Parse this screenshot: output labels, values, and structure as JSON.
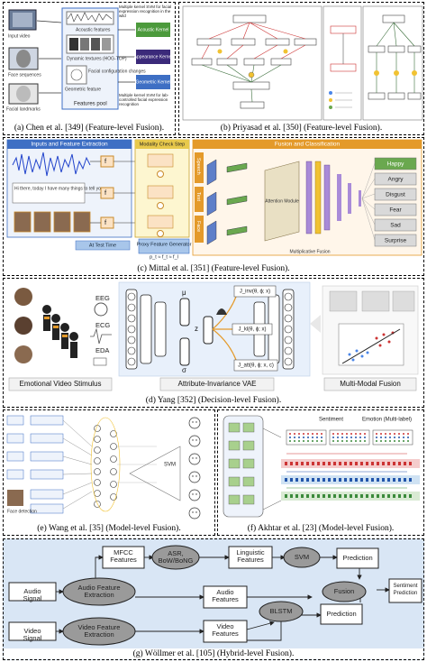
{
  "captions": {
    "a": "(a) Chen et al. [349] (Feature-level Fusion).",
    "b": "(b) Priyasad  et al. [350] (Feature-level Fusion).",
    "c": "(c) Mittal et al. [351] (Feature-level Fusion).",
    "d": "(d) Yang [352] (Decision-level Fusion).",
    "e": "(e) Wang et al. [35] (Model-level Fusion).",
    "f": "(f) Akhtar et al. [23] (Model-level Fusion).",
    "g": "(g) Wöllmer et al. [105] (Hybrid-level Fusion)."
  },
  "panel_a": {
    "input_video": "Input video",
    "face_sequences": "Face sequences",
    "facial_landmarks": "Facial landmarks",
    "features_pool": "Features pool",
    "acoustic": "Acoustic features",
    "dynamic_textures": "Dynamic textures (HOG-TOP)",
    "geometric": "Geometric feature",
    "facial_config": "Facial configuration changes",
    "acoustic_kernel": "Acoustic Kernel",
    "appearance_kernel": "Appearance Kernel",
    "geometric_kernel": "Geometric Kernel",
    "svm_top": "Multiple kernel SVM for facial expression recognition in the wild",
    "svm_bottom": "Multiple kernel SVM for lab-controlled facial expression recognition"
  },
  "panel_c": {
    "inputs_title": "Inputs and Feature Extraction",
    "modality_title": "Modality Check Step",
    "fusion_title": "Fusion and Classification",
    "test_time": "At Test Time",
    "proxy": "Proxy Feature Generator",
    "proxy_eq": "p_t ≈ f_t ≈ f_l",
    "speech": "Speech",
    "text": "Text",
    "face": "Face",
    "reasoning": "Attention Module",
    "multiplicative": "Multiplicative Fusion",
    "transcript": "Hi there, today I have many things to tell you...",
    "emotions": [
      "Happy",
      "Angry",
      "Disgust",
      "Fear",
      "Sad",
      "Surprise"
    ]
  },
  "panel_d": {
    "stimulus": "Emotional Video Stimulus",
    "vae": "Attribute-Invariance VAE",
    "fusion": "Multi-Modal Fusion",
    "eeg": "EEG",
    "ecg": "ECG",
    "eda": "EDA",
    "mu": "μ",
    "sigma": "σ",
    "z": "z",
    "j_inv": "J_inv(θ, ϕ; x)",
    "j_kl": "J_kl(θ, ϕ; x)",
    "j_att": "J_att(θ, ϕ; x, c)"
  },
  "panel_e": {
    "face_detection": "Face detection",
    "svm": "SVM"
  },
  "panel_f": {
    "sentiment": "Sentiment",
    "emotion": "Emotion (Multi-label)"
  },
  "panel_g": {
    "mfcc": "MFCC Features",
    "asr": "ASR, BoW/BoNG",
    "linguistic": "Linguistic Features",
    "svm": "SVM",
    "prediction1": "Prediction",
    "audio_signal": "Audio Signal",
    "audio_extraction": "Audio Feature Extraction",
    "audio_features": "Audio Features",
    "fusion": "Fusion",
    "sentiment_prediction": "Sentiment Prediction",
    "video_signal": "Video Signal",
    "video_extraction": "Video Feature Extraction",
    "video_features": "Video Features",
    "blstm": "BLSTM",
    "prediction2": "Prediction"
  },
  "colors": {
    "green_box": "#4c9a3c",
    "purple_box": "#3b2a7a",
    "blue_box": "#3e6fc4",
    "orange_fill": "#fbe2c4",
    "gray_node": "#9a9a9a"
  }
}
